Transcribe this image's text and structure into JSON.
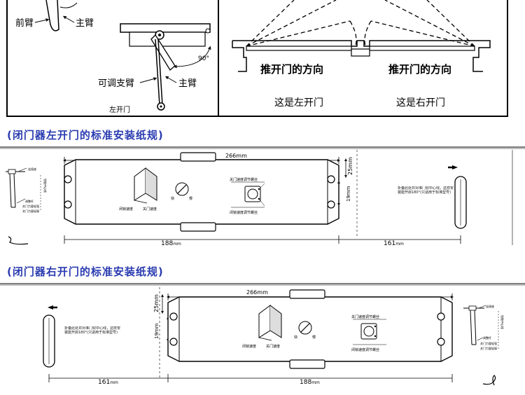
{
  "top_panel": {
    "left_box": {
      "labels": {
        "front_arm": "前臂",
        "main_arm_top": "主臂",
        "angle": "90°",
        "adjustable_arm": "可调支臂",
        "main_arm_bottom": "主臂",
        "caption": "左开门"
      }
    },
    "right_box": {
      "push_left": "推开门的方向",
      "push_right": "推开门的方向",
      "caption_left": "这是左开门",
      "caption_right": "这是右开门"
    }
  },
  "sections": [
    {
      "heading": "(闭门器左开门的标准安装纸规)",
      "dim_total": "266mm",
      "dim_body": "188",
      "dim_body_unit": "mm",
      "dim_hinge": "161",
      "dim_hinge_unit": "mm",
      "dim_height": "25mm",
      "dim_offset": "19mm",
      "valve_top": "关门速度调节螺丝",
      "valve_bottom": "闭锁速度调节螺丝",
      "speed_a": "闭锁速度",
      "speed_b": "关门速度",
      "knob_fast": "快",
      "knob_slow": "慢",
      "note": "折叠此处并对准门铰中心线，这样安装能开启180°(只适用于标准型号)",
      "side_labels": [
        "连接座",
        "调整杆",
        "关门力量轻强",
        "关门力量轻弱"
      ],
      "side_vertical": "铰链中心线"
    },
    {
      "heading": "(闭门器右开门的标准安装纸规)",
      "dim_total": "266mm",
      "dim_body": "188",
      "dim_body_unit": "mm",
      "dim_hinge": "161",
      "dim_hinge_unit": "mm",
      "dim_height": "25mm",
      "dim_offset": "19mm",
      "valve_top": "关门速度调节螺丝",
      "valve_bottom": "闭锁速度调节螺丝",
      "speed_a": "闭锁速度",
      "speed_b": "关门速度",
      "knob_fast": "快",
      "knob_slow": "慢",
      "note": "折叠此处并对准门铰中心线，这样安装能开启180°(只适用于标准型号)",
      "side_labels": [
        "连接座",
        "调整杆",
        "关门力量轻强",
        "关门力量轻弱"
      ],
      "side_vertical": "铰链中心线"
    }
  ]
}
